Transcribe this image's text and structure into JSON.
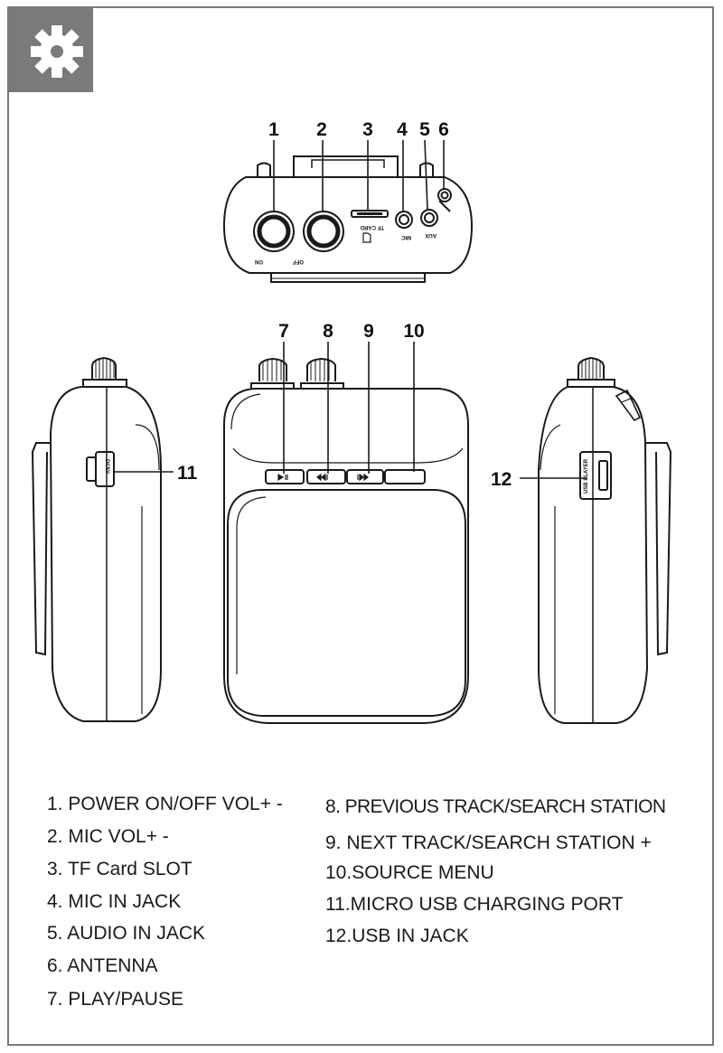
{
  "callouts": [
    "1",
    "2",
    "3",
    "4",
    "5",
    "6",
    "7",
    "8",
    "9",
    "10",
    "11",
    "12"
  ],
  "device_labels": {
    "on": "ON",
    "off": "OFF",
    "tf_card": "TF CARD",
    "mic": "MIC",
    "aux": "AUX",
    "dc5v": "DC5V",
    "usb_player": "USB PLAYER"
  },
  "legend_left": [
    {
      "num": "1.",
      "text": "POWER ON/OFF VOL+ -"
    },
    {
      "num": "2.",
      "text": "MIC VOL+ -"
    },
    {
      "num": "3.",
      "text": "TF Card SLOT"
    },
    {
      "num": "4.",
      "text": "MIC IN JACK"
    },
    {
      "num": "5.",
      "text": "AUDIO IN JACK"
    },
    {
      "num": "6.",
      "text": "ANTENNA"
    },
    {
      "num": "7.",
      "text": "PLAY/PAUSE"
    }
  ],
  "legend_right": [
    {
      "num": "8.",
      "text": "PREVIOUS TRACK/SEARCH STATION"
    },
    {
      "num": "9.",
      "text": "NEXT TRACK/SEARCH STATION +"
    },
    {
      "num": "10.",
      "text": "SOURCE MENU"
    },
    {
      "num": "11.",
      "text": "MICRO USB CHARGING PORT"
    },
    {
      "num": "12.",
      "text": "USB IN JACK"
    }
  ],
  "colors": {
    "frame": "#7a7a7a",
    "ink": "#1a1a1a"
  },
  "icons": [
    "gear-icon"
  ]
}
